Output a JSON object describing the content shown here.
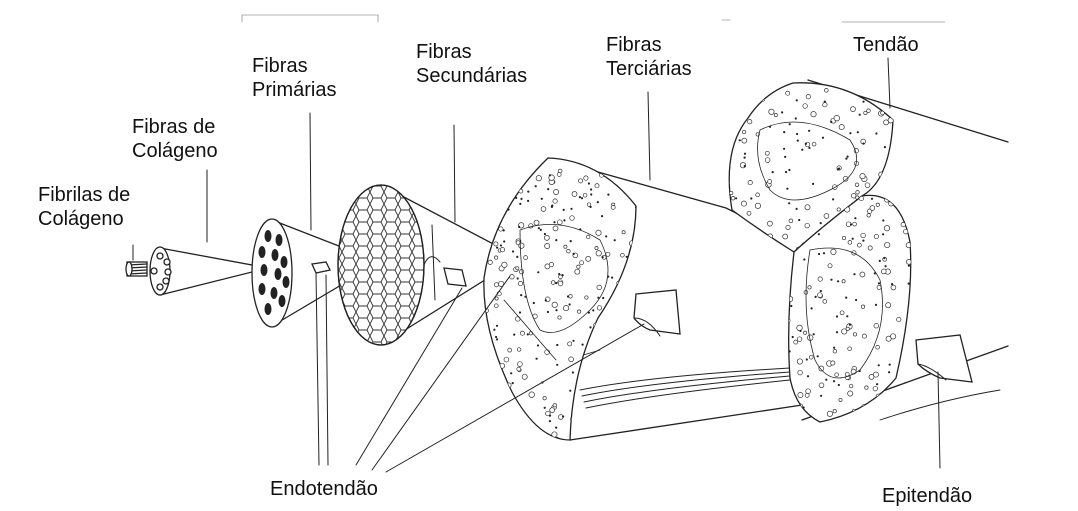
{
  "labels": {
    "fibrilas": [
      "Fibrilas de",
      "Colágeno"
    ],
    "fibras_colageno": [
      "Fibras de",
      "Colágeno"
    ],
    "primarias": [
      "Fibras",
      "Primárias"
    ],
    "secundarias": [
      "Fibras",
      "Secundárias"
    ],
    "terciarias": [
      "Fibras",
      "Terciárias"
    ],
    "tendao": "Tendão",
    "endotendao": "Endotendão",
    "epitendao": "Epitendão"
  },
  "colors": {
    "ink": "#222222",
    "text": "#111111",
    "background": "#ffffff"
  }
}
